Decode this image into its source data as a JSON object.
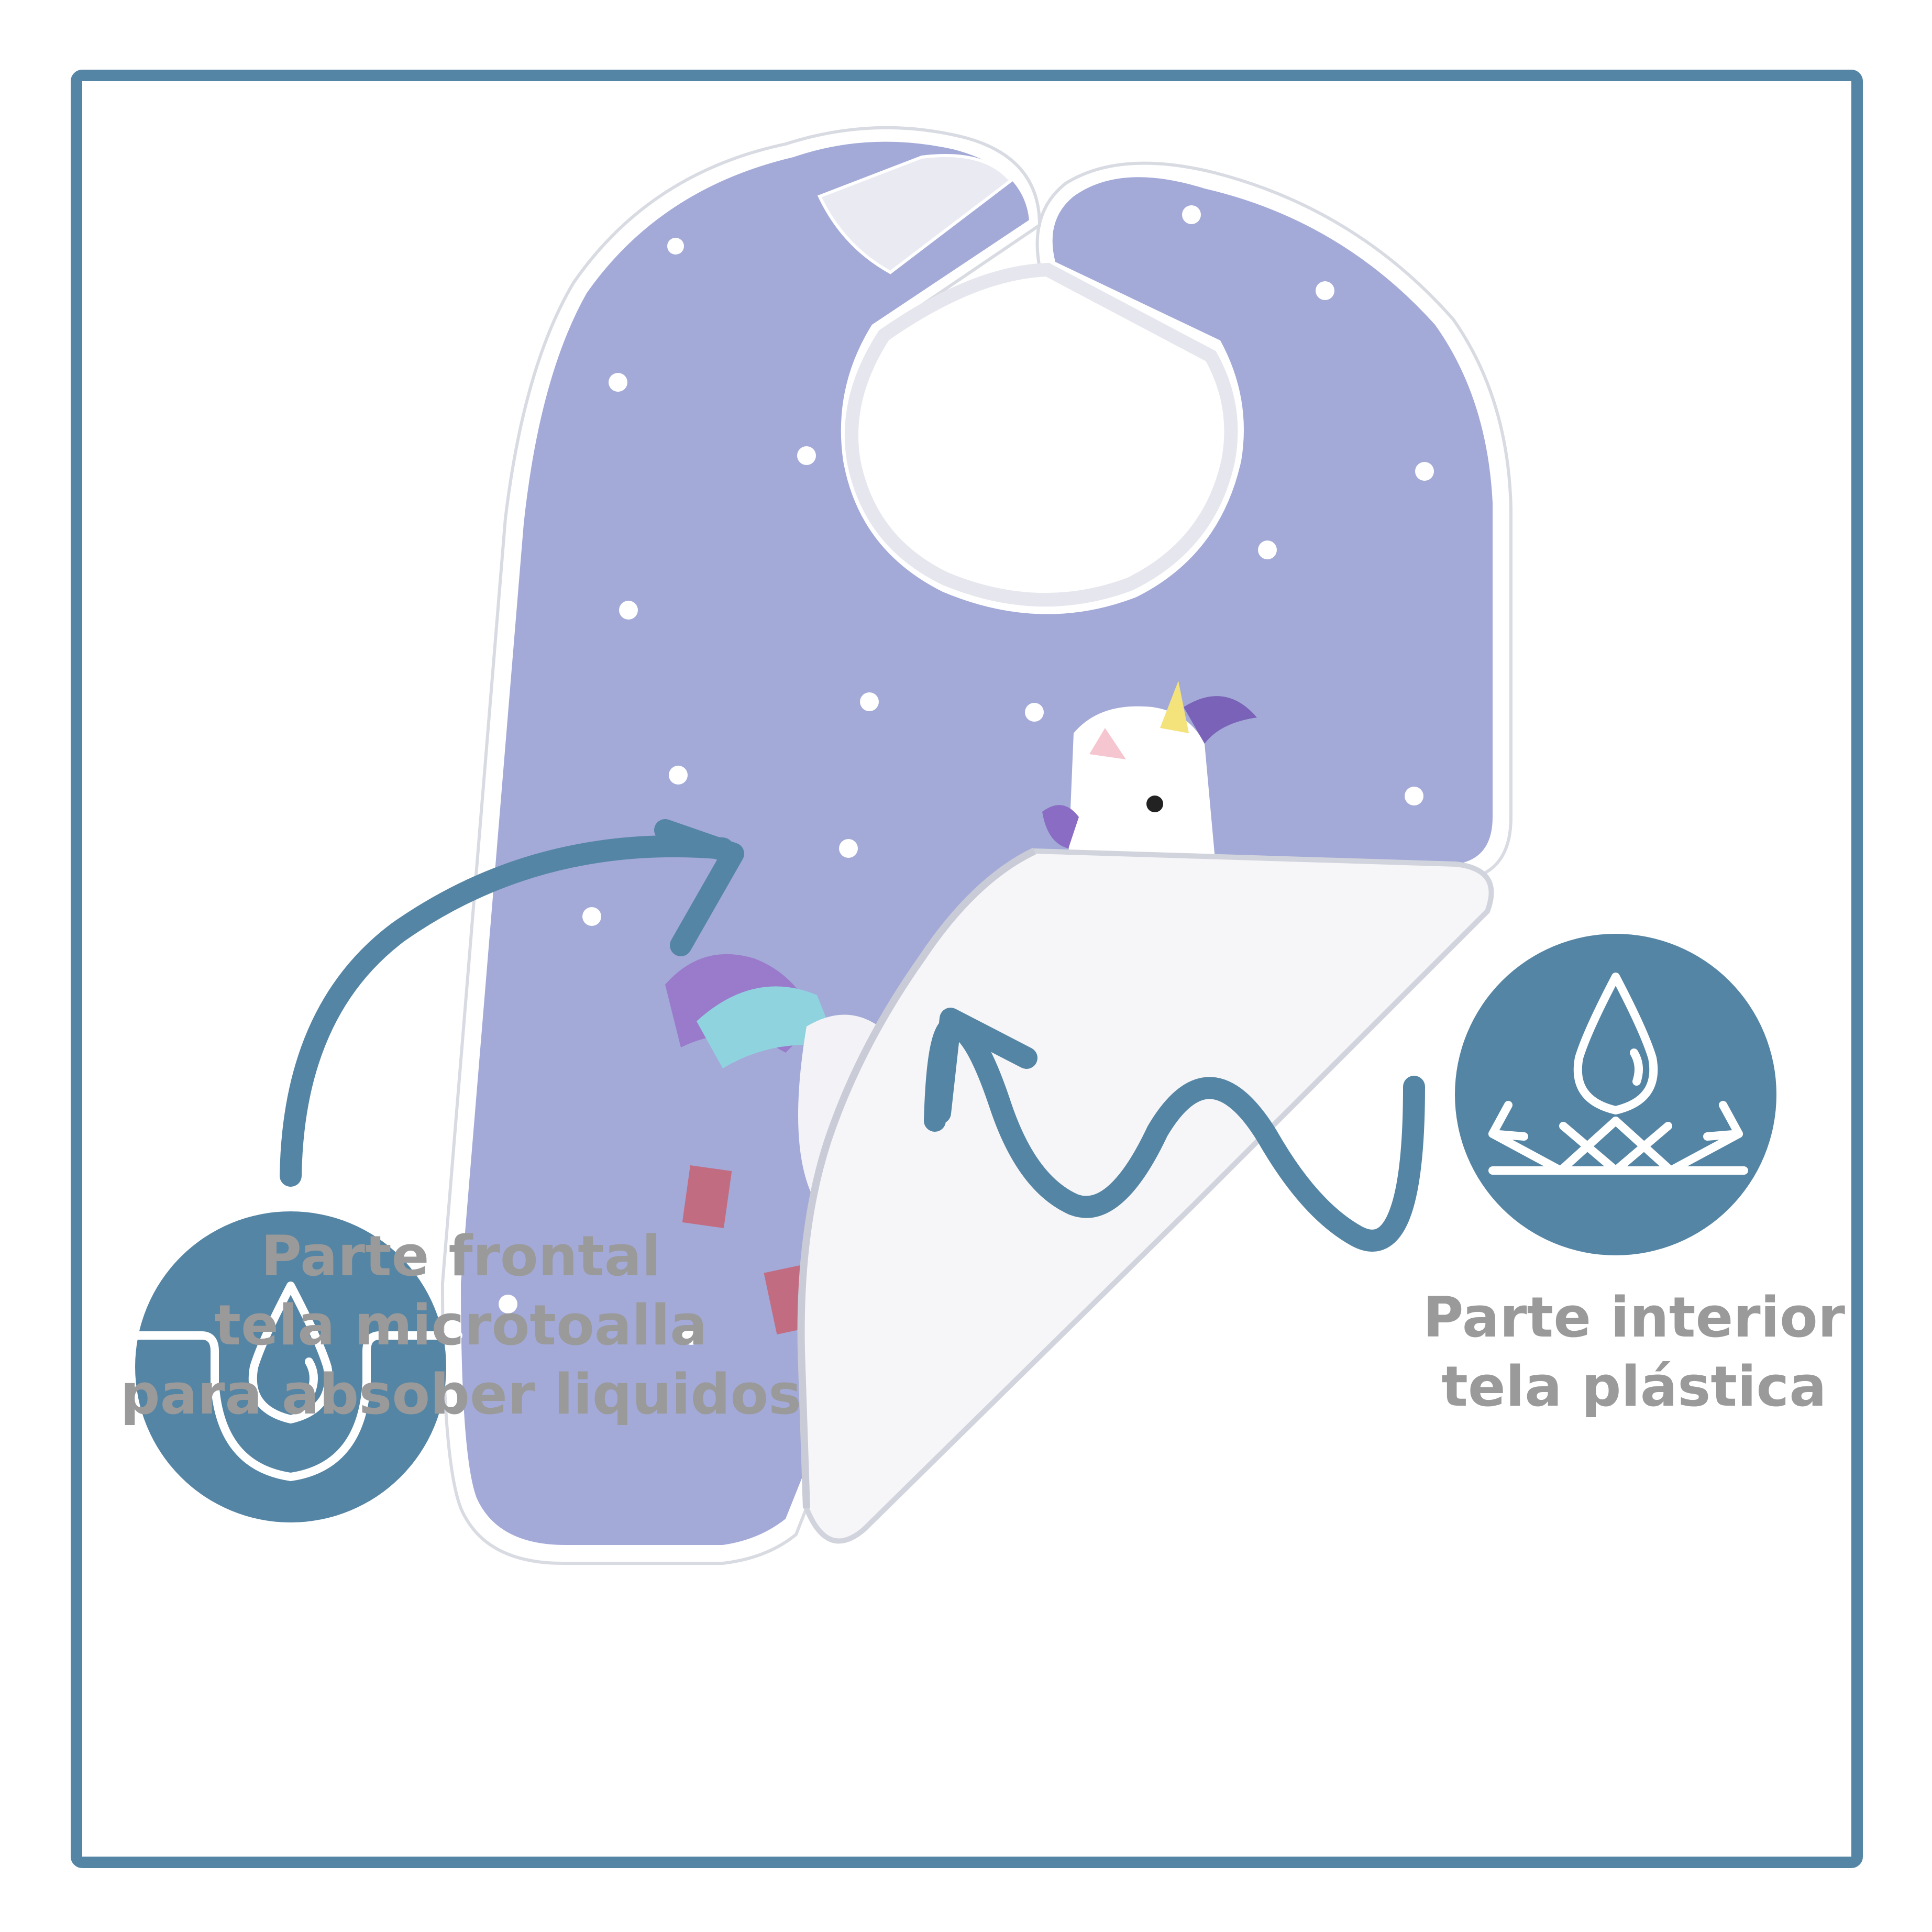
{
  "colors": {
    "frame": "#5585a4",
    "badge": "#5585a4",
    "label_text": "#9a9a9a",
    "bib_fabric": "#a3aad7",
    "bib_binding": "#ffffff",
    "bib_lining": "#f5f5f7",
    "arrow": "#5585a4"
  },
  "badges": {
    "front": {
      "icon": "water-drop-absorb-icon"
    },
    "inner": {
      "icon": "water-drop-repel-icon"
    }
  },
  "labels": {
    "front": {
      "line1": "Parte frontal",
      "line2": "tela microtoalla",
      "line3": "para absober liquidos"
    },
    "inner": {
      "line1": "Parte interior",
      "line2": "tela plástica"
    }
  },
  "product": {
    "icon": "unicorn-bib-illustration"
  }
}
